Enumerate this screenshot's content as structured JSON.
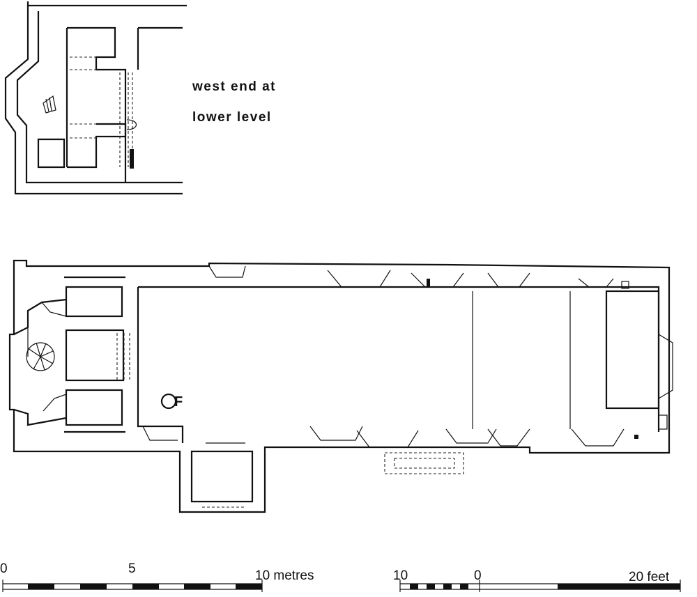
{
  "inset": {
    "caption_line1": "west end at",
    "caption_line2": "lower level"
  },
  "plan": {
    "font_label": "F"
  },
  "scale_metric": {
    "tick_labels": [
      "0",
      "5",
      "10 metres"
    ]
  },
  "scale_imperial": {
    "tick_labels": [
      "10",
      "0",
      "20 feet"
    ]
  }
}
